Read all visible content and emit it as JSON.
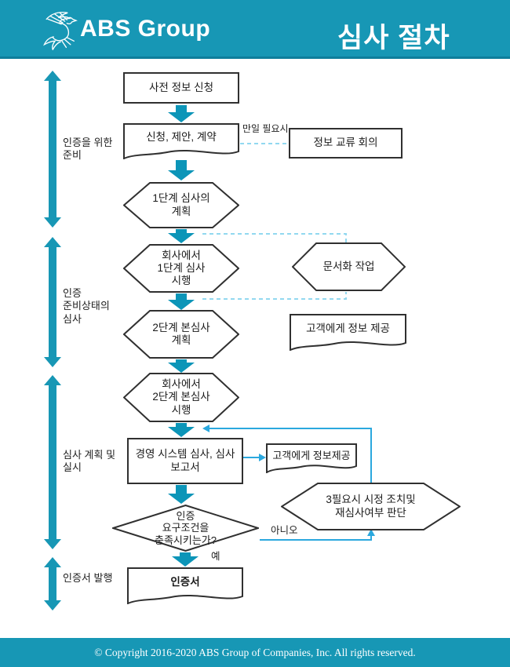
{
  "header": {
    "brand": "ABS Group",
    "title": "심사 절차"
  },
  "footer": {
    "copyright": "© Copyright 2016-2020 ABS Group of Companies, Inc. All rights reserved."
  },
  "colors": {
    "teal": "#1797B5",
    "flow_arrow_teal": "#0C95B8",
    "connector_blue": "#2BA8DE",
    "dashed_blue": "#92D8F0",
    "node_border": "#303030"
  },
  "phases": [
    {
      "label": "인증을 위한\n준비"
    },
    {
      "label": "인증\n준비상태의\n심사"
    },
    {
      "label": "심사 계획 및\n실시"
    },
    {
      "label": "인증서 발행"
    }
  ],
  "nodes": {
    "pre_info": {
      "type": "rect",
      "label": "사전 정보 신청"
    },
    "application": {
      "type": "document",
      "label": "신청, 제안, 계약"
    },
    "stage1_plan": {
      "type": "hexagon",
      "label": "1단계 심사의\n계획"
    },
    "stage1_exec": {
      "type": "hexagon",
      "label": "회사에서\n1단계 심사\n시행"
    },
    "stage2_plan": {
      "type": "hexagon",
      "label": "2단계 본심사\n계획"
    },
    "stage2_exec": {
      "type": "hexagon",
      "label": "회사에서\n2단계 본심사\n시행"
    },
    "audit_report": {
      "type": "rect",
      "label": "경영 시스템 심사, 심사\n보고서"
    },
    "decision": {
      "type": "diamond",
      "label": "인증\n요구조건을\n충족시키는가?"
    },
    "certificate": {
      "type": "document",
      "label": "인증서"
    },
    "info_meeting": {
      "type": "rect",
      "label": "정보 교류 회의"
    },
    "documentation": {
      "type": "hexagon",
      "label": "문서화 작업"
    },
    "info_client_1": {
      "type": "document",
      "label": "고객에게 정보 제공"
    },
    "info_client_2": {
      "type": "document",
      "label": "고객에게 정보제공"
    },
    "corrective": {
      "type": "hexagon",
      "label": "3필요시 시정 조치및\n재심사여부 판단"
    }
  },
  "edge_labels": {
    "if_needed": "만일 필요시",
    "no": "아니오",
    "yes": "예"
  }
}
